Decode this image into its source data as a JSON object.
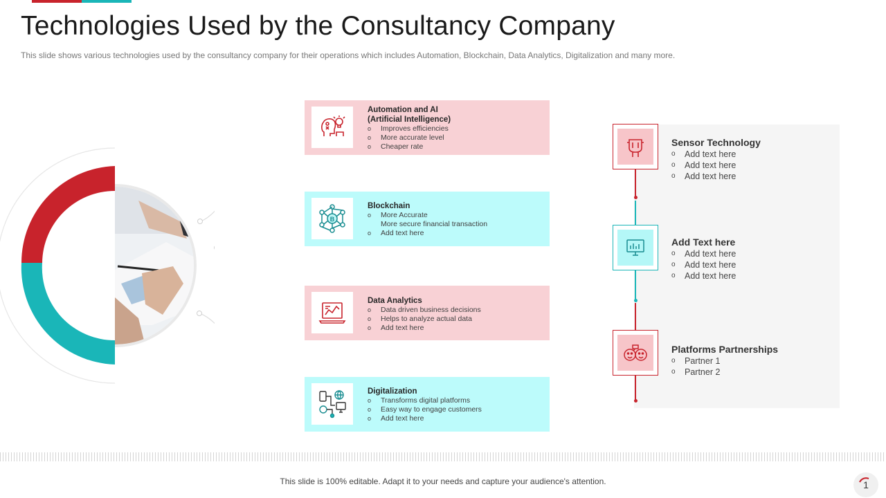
{
  "header": {
    "title": "Technologies Used by the Consultancy Company",
    "subtitle": "This slide shows various  technologies  used by the consultancy company for their operations  which includes Automation, Blockchain, Data Analytics, Digitalization and many more."
  },
  "colors": {
    "accent_red": "#c8232c",
    "accent_teal": "#1ab6b8",
    "card_pink": "#f8d1d5",
    "card_cyan": "#bcfbfb"
  },
  "cards": [
    {
      "title": "Automation and AI\n(Artificial Intelligence)",
      "icon": "ai-head-icon",
      "items": [
        "Improves efficiencies",
        "More accurate level",
        "Cheaper rate"
      ]
    },
    {
      "title": "Blockchain",
      "icon": "blockchain-network-icon",
      "items": [
        "More Accurate\nMore secure financial transaction",
        "Add text here"
      ]
    },
    {
      "title": "Data Analytics",
      "icon": "analytics-laptop-icon",
      "items": [
        "Data  driven business decisions",
        "Helps to analyze actual data",
        "Add text here"
      ]
    },
    {
      "title": "Digitalization",
      "icon": "digital-devices-icon",
      "items": [
        "Transforms digital platforms",
        "Easy  way to engage customers",
        "Add text here"
      ]
    }
  ],
  "right_items": [
    {
      "title": "Sensor Technology",
      "icon": "sensor-chip-icon",
      "items": [
        "Add text here",
        "Add text here",
        "Add text here"
      ]
    },
    {
      "title": "Add Text here",
      "icon": "monitor-chart-icon",
      "items": [
        "Add text here",
        "Add text here",
        "Add text here"
      ]
    },
    {
      "title": "Platforms Partnerships",
      "icon": "partners-faces-icon",
      "items": [
        "Partner 1",
        "Partner 2"
      ]
    }
  ],
  "bullet": "o",
  "footer": {
    "text": "This slide is 100% editable. Adapt it to your needs and capture your audience's attention.",
    "page_number": "1"
  }
}
